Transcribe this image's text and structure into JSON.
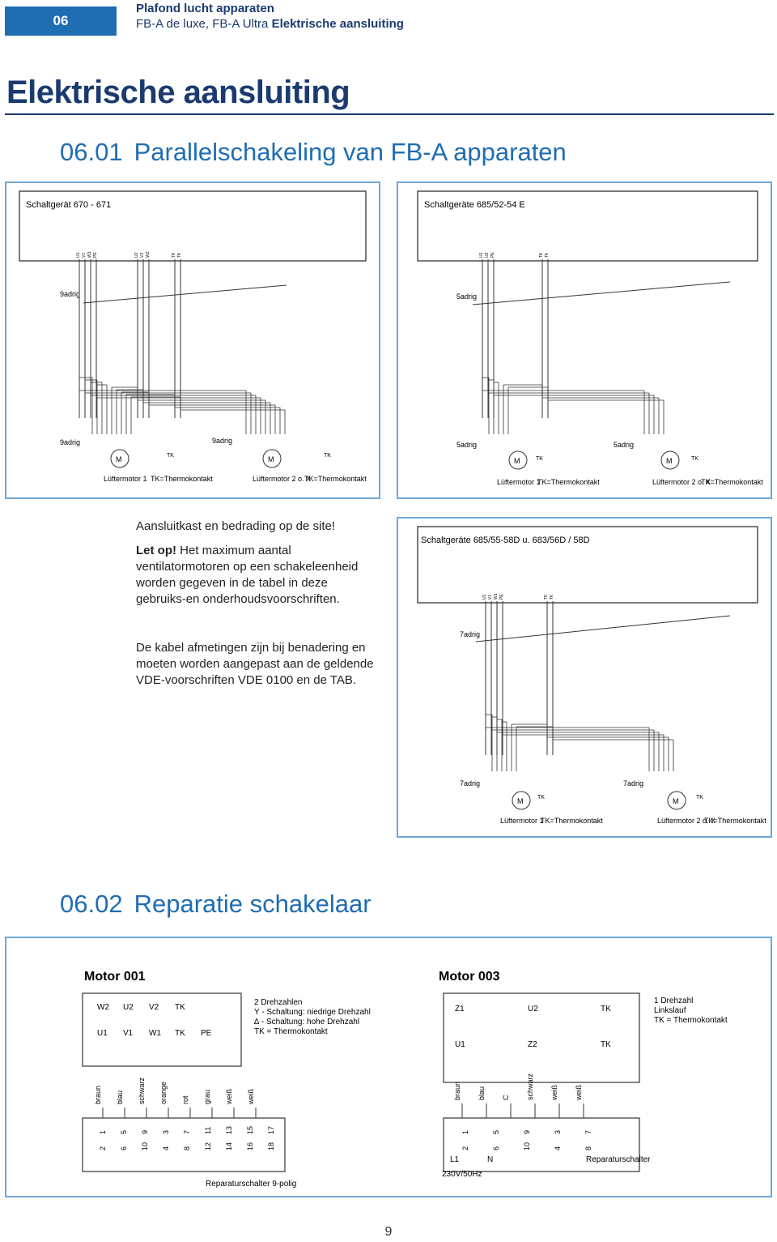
{
  "header": {
    "page_number": "06",
    "category": "Plafond lucht apparaten",
    "subtitle_plain": "FB-A de luxe, FB-A Ultra ",
    "subtitle_bold": "Elektrische aansluiting"
  },
  "page_title": "Elektrische aansluiting",
  "section1": {
    "number": "06.01",
    "title": "Parallelschakeling van FB-A apparaten",
    "diagram_left": {
      "box_label": "Schaltgerät 670 - 671",
      "cable_label": "9adrig",
      "terminal_groups": [
        [
          "U1",
          "V1",
          "W1",
          "PE"
        ],
        [
          "U2",
          "V2",
          "W2"
        ],
        [
          "TK",
          "TK"
        ]
      ],
      "motor1": {
        "cable": "9adrig",
        "label": "Lüftermotor 1",
        "tk": "TK=Thermokontakt"
      },
      "motor2": {
        "cable": "9adrig",
        "label": "Lüftermotor 2 o. X",
        "tk": "TK=Thermokontakt"
      }
    },
    "diagram_right": {
      "box_label": "Schaltgeräte 685/52-54 E",
      "cable_label": "5adrig",
      "terminal_groups": [
        [
          "U1",
          "U2",
          "PE"
        ],
        [
          "TK",
          "TK"
        ]
      ],
      "motor1": {
        "cable": "5adrig",
        "label": "Lüftermotor 1",
        "tk": "TK=Thermokontakt"
      },
      "motor2": {
        "cable": "5adrig",
        "label": "Lüftermotor 2 o. X",
        "tk": "TK=Thermokontakt"
      }
    },
    "diagram_bottom": {
      "box_label": "Schaltgeräte 685/55-58D u. 683/56D / 58D",
      "cable_label": "7adrig",
      "terminal_groups": [
        [
          "U1",
          "V1",
          "W1",
          "PE"
        ],
        [
          "TK",
          "TK"
        ]
      ],
      "motor1": {
        "cable": "7adrig",
        "label": "Lüftermotor 1",
        "tk": "TK=Thermokontakt"
      },
      "motor2": {
        "cable": "7adrig",
        "label": "Lüftermotor 2 o. X",
        "tk": "TK=Thermokontakt"
      }
    },
    "note_1": "Aansluitkast en bedrading op de site!",
    "note_2_bold": "Let op!",
    "note_2": " Het maximum aantal ventilatormotoren op een schakeleenheid worden gegeven in de tabel in deze gebruiks-en onderhoudsvoorschriften.",
    "note_3": "De kabel afmetingen zijn bij benadering en moeten worden aangepast aan de geldende VDE-voorschriften VDE 0100 en de TAB."
  },
  "section2": {
    "number": "06.02",
    "title": "Reparatie schakelaar",
    "motor001": {
      "title": "Motor 001",
      "top_terminals": [
        "W2",
        "U2",
        "V2",
        "TK"
      ],
      "bottom_terminals": [
        "U1",
        "V1",
        "W1",
        "TK",
        "PE"
      ],
      "legend": [
        "2 Drehzahlen",
        "Y - Schaltung: niedrige Drehzahl",
        "∆ - Schaltung: hohe Drehzahl",
        "TK = Thermokontakt"
      ],
      "wires": [
        "braun",
        "blau",
        "schwarz",
        "orange",
        "rot",
        "grau",
        "weiß",
        "weiß"
      ],
      "top_numbers": [
        "1",
        "5",
        "9",
        "3",
        "7",
        "11",
        "13",
        "15",
        "17"
      ],
      "bottom_numbers": [
        "2",
        "6",
        "10",
        "4",
        "8",
        "12",
        "14",
        "16",
        "18"
      ],
      "switch_label": "Reparaturschalter 9-polig"
    },
    "motor003": {
      "title": "Motor 003",
      "top_terminals": [
        "Z1",
        "U2",
        "TK"
      ],
      "bottom_terminals": [
        "U1",
        "Z2",
        "TK"
      ],
      "legend": [
        "1 Drehzahl",
        "Linkslauf",
        "TK = Thermokontakt"
      ],
      "wires": [
        "braun",
        "blau",
        "C",
        "schwarz",
        "weiß",
        "weiß"
      ],
      "top_numbers": [
        "1",
        "5",
        "9",
        "3",
        "7"
      ],
      "bottom_numbers": [
        "2",
        "6",
        "10",
        "4",
        "8"
      ],
      "supply": [
        "L1",
        "N"
      ],
      "voltage": "230V/50Hz",
      "switch_label": "Reparaturschalter"
    }
  },
  "footer": {
    "page": "9"
  }
}
